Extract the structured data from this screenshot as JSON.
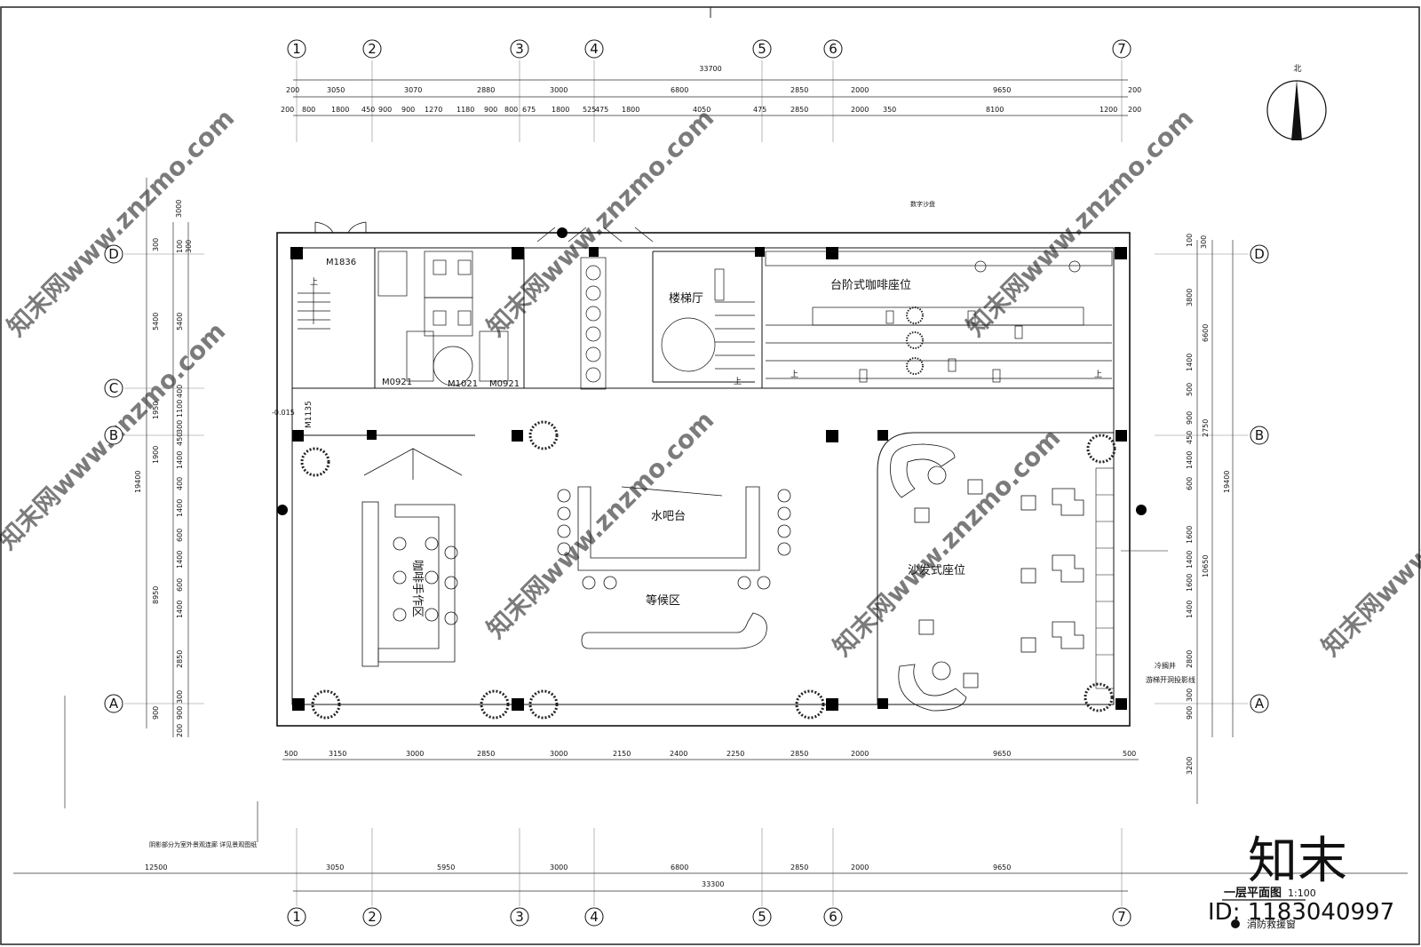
{
  "drawing": {
    "title": "一层平面图",
    "scale": "1:100",
    "legend_text": "消防救援窗",
    "north_label": "北",
    "note_left": "阴影部分为室外景观连廊 详见景观图纸",
    "note_right_1": "冷搁井",
    "note_right_2": "游梯开洞投影线",
    "top_label": "数字沙盘",
    "brand": "知末",
    "id_text": "ID: 1183040997",
    "watermark": "知末网www.znzmo.com"
  },
  "rooms": {
    "stair_hall": "楼梯厅",
    "tiered_seating": "台阶式咖啡座位",
    "water_bar": "水吧台",
    "workshop": "咖啡手作区",
    "waiting": "等候区",
    "sofa_seating": "沙发式座位",
    "up1": "上",
    "up2": "上",
    "up3": "上",
    "up4": "上"
  },
  "doors": {
    "m1836": "M1836",
    "m0921a": "M0921",
    "m1021": "M1021",
    "m0921b": "M0921",
    "m1135": "M1135",
    "elevation": "-0.015"
  },
  "grid_axes": {
    "numbers": [
      "1",
      "2",
      "3",
      "4",
      "5",
      "6",
      "7"
    ],
    "letters": [
      "D",
      "C",
      "B",
      "A"
    ]
  },
  "dimensions": {
    "top_total": "33700",
    "top_row1": [
      "200",
      "3050",
      "3070",
      "2880",
      "3000",
      "6800",
      "2850",
      "2000",
      "9650",
      "200"
    ],
    "top_row2": [
      "200",
      "800",
      "1800",
      "450",
      "900",
      "900",
      "1270",
      "1180",
      "900",
      "800",
      "675",
      "1800",
      "525",
      "475",
      "1800",
      "4050",
      "475",
      "2850",
      "2000",
      "350",
      "8100",
      "1200",
      "200"
    ],
    "bottom_row1": [
      "500",
      "3150",
      "3000",
      "2850",
      "3000",
      "2150",
      "2400",
      "2250",
      "2850",
      "2000",
      "9650",
      "500"
    ],
    "bottom_row2": [
      "12500",
      "3050",
      "5950",
      "3000",
      "6800",
      "2850",
      "2000",
      "9650"
    ],
    "bottom_total": "33300",
    "left_total": "19400",
    "left_outer": [
      "3000",
      "300",
      "5400",
      "1950",
      "1900",
      "8950",
      "900"
    ],
    "left_inner": [
      "100",
      "300",
      "5400",
      "400",
      "1100",
      "300",
      "450",
      "1400",
      "400",
      "1400",
      "600",
      "1400",
      "600",
      "1400",
      "2850",
      "300",
      "900",
      "200"
    ],
    "right_total": "19400",
    "right_outer": [
      "100",
      "300",
      "3800",
      "1400",
      "500",
      "900",
      "450",
      "1400",
      "600",
      "1600",
      "1400",
      "1600",
      "1400",
      "2800",
      "300",
      "900",
      "3200"
    ],
    "right_mid": [
      "6600",
      "2750",
      "10650"
    ]
  }
}
